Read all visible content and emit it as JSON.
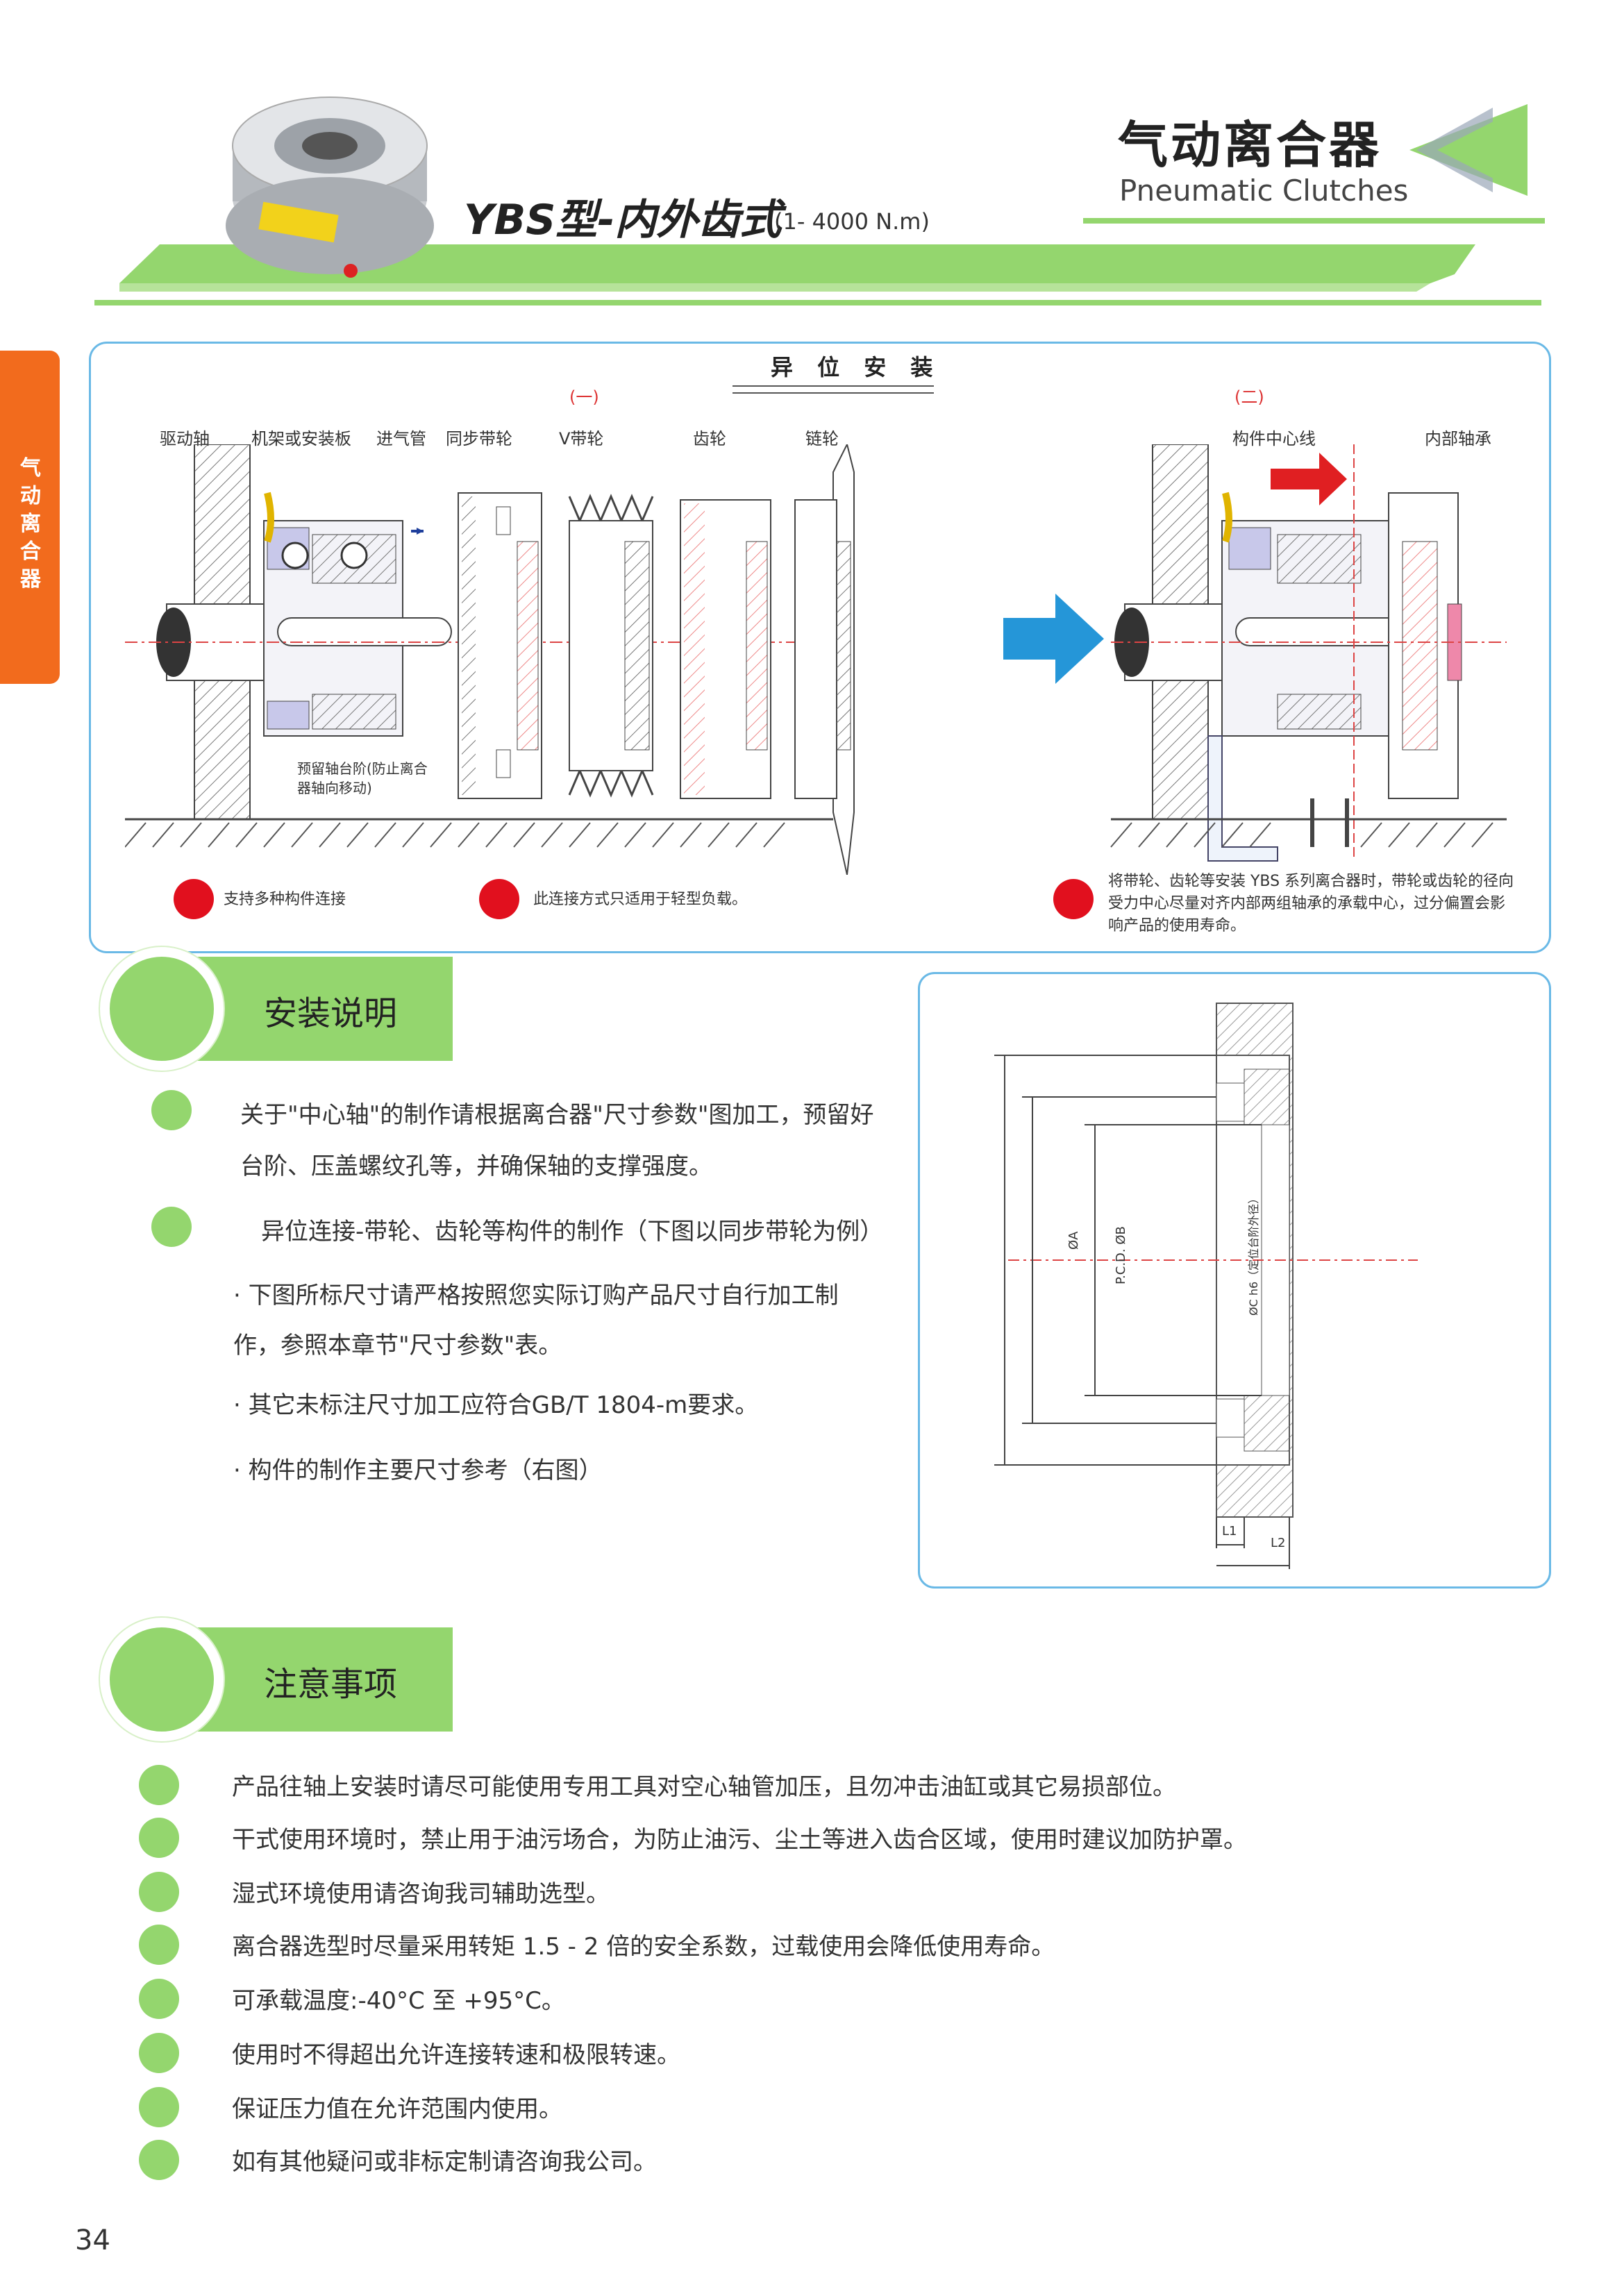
{
  "header": {
    "title_cn": "气动离合器",
    "title_en": "Pneumatic Clutches",
    "model": "YBS型-内外齿式",
    "range": "(1- 4000 N.m)"
  },
  "sidetab": {
    "label": "气动离合器"
  },
  "install": {
    "title": "异 位 安 装",
    "part1": "(一)",
    "part2": "(二)",
    "labels_left": [
      "驱动轴",
      "机架或安装板",
      "进气管",
      "同步带轮",
      "V带轮",
      "齿轮",
      "链轮"
    ],
    "labels_right": [
      "构件中心线",
      "内部轴承"
    ],
    "step_note": "预留轴台阶(防止离合器轴向移动)",
    "note1": "支持多种构件连接",
    "note2": "此连接方式只适用于轻型负载。",
    "note3_lines": [
      "将带轮、齿轮等安装 YBS 系列离合器时，带轮或齿轮的径向",
      "受力中心尽量对齐内部两组轴承的承载中心，过分偏置会影",
      "响产品的使用寿命。"
    ]
  },
  "instructions": {
    "heading": "安装说明",
    "item1_lines": [
      "关于\"中心轴\"的制作请根据离合器\"尺寸参数\"图加工，预留好",
      "台阶、压盖螺纹孔等，并确保轴的支撑强度。"
    ],
    "item2": "异位连接-带轮、齿轮等构件的制作（下图以同步带轮为例）",
    "sub1_lines": [
      "· 下图所标尺寸请严格按照您实际订购产品尺寸自行加工制",
      "作，参照本章节\"尺寸参数\"表。"
    ],
    "sub2": "· 其它未标注尺寸加工应符合GB/T 1804-m要求。",
    "sub3": "· 构件的制作主要尺寸参考（右图）"
  },
  "dims": {
    "a": "ØA",
    "pcd": "P.C.D. ØB",
    "c": "ØC h6（定位台阶外径）",
    "l1": "L1",
    "l2": "L2"
  },
  "cautions": {
    "heading": "注意事项",
    "items": [
      "产品往轴上安装时请尽可能使用专用工具对空心轴管加压，且勿冲击油缸或其它易损部位。",
      "干式使用环境时，禁止用于油污场合，为防止油污、尘土等进入齿合区域，使用时建议加防护罩。",
      "湿式环境使用请咨询我司辅助选型。",
      "离合器选型时尽量采用转矩 1.5 - 2 倍的安全系数，过载使用会降低使用寿命。",
      "可承载温度:-40°C 至 +95°C。",
      "使用时不得超出允许连接转速和极限转速。",
      "保证压力值在允许范围内使用。",
      "如有其他疑问或非标定制请咨询我公司。"
    ]
  },
  "page_number": "34",
  "colors": {
    "green": "#94d66e",
    "orange": "#f26b1d",
    "blue": "#6ab9e6",
    "red": "#e1101e"
  }
}
